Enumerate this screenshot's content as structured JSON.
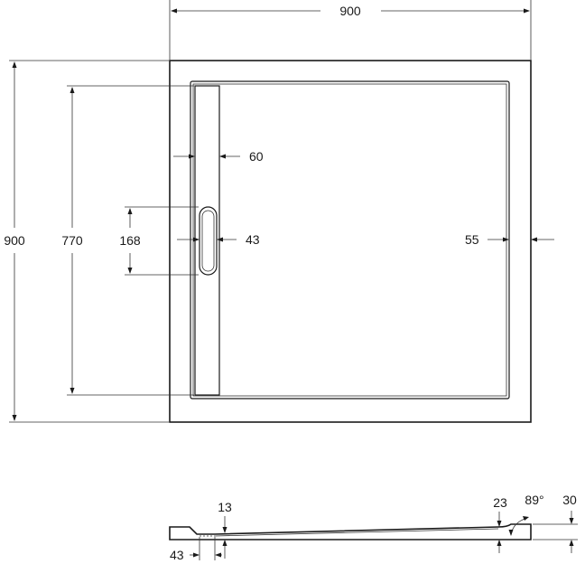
{
  "dimensions": {
    "overall_width": "900",
    "overall_height": "900",
    "channel_length": "770",
    "channel_width": "60",
    "drain_length": "168",
    "drain_width": "43",
    "rim_width": "55"
  },
  "section": {
    "depth_13": "13",
    "width_43": "43",
    "depth_23": "23",
    "angle": "89°",
    "thickness": "30"
  },
  "colors": {
    "line": "#1a1a1a",
    "background": "#ffffff"
  }
}
